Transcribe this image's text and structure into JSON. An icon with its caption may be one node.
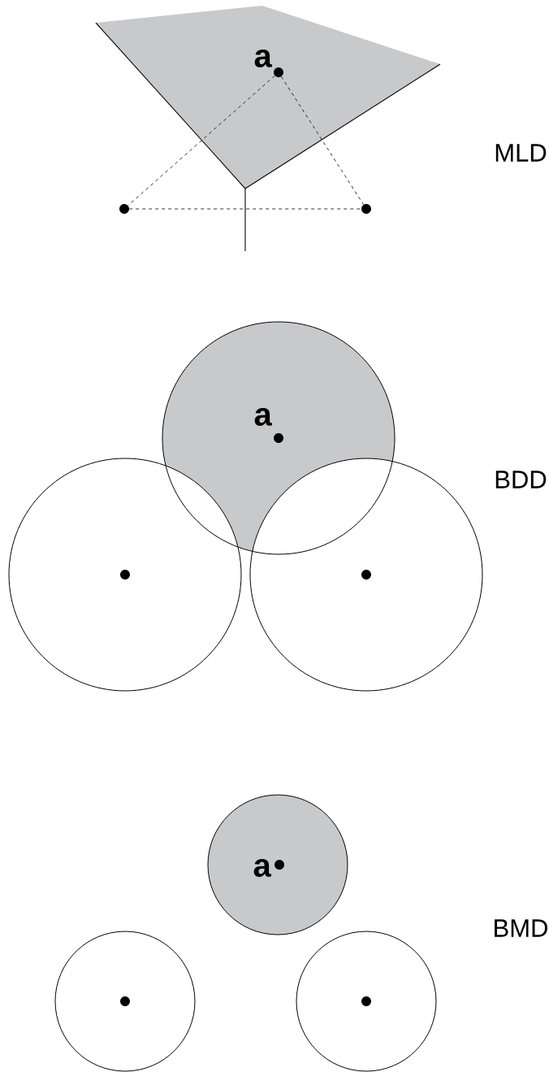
{
  "diagram": {
    "nodes": [
      {
        "text": [],
        "shape": "circle",
        "beside": [
          "a"
        ]
      },
      {
        "text": [],
        "shape": "circle"
      },
      {
        "text": [],
        "shape": "circle"
      },
      {
        "text": [
          "a"
        ]
      },
      {
        "text": [],
        "shape": "circle"
      },
      {
        "text": [],
        "shape": "circle"
      },
      {
        "text": [
          "a"
        ]
      },
      {
        "text": [],
        "shape": "circle"
      },
      {
        "text": [],
        "shape": "circle"
      }
    ],
    "edges": [
      {
        "from": 0,
        "to": 1,
        "arrow": "none",
        "style": "dashed"
      },
      {
        "from": 0,
        "to": 2,
        "arrow": "none",
        "style": "dashed"
      },
      {
        "from": 1,
        "to": 2,
        "arrow": "none",
        "style": "dashed"
      }
    ],
    "labels": [
      "MLD",
      "BDD",
      "BMD"
    ]
  }
}
